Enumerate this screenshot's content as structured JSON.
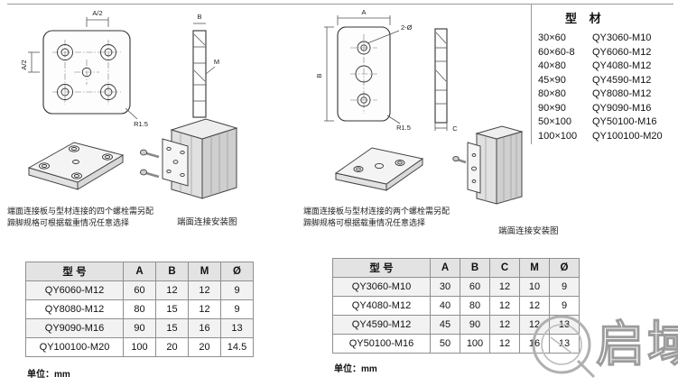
{
  "sections": {
    "left": {
      "note1": "端面连接板与型材连接的四个螺栓需另配",
      "note2": "蹄脚规格可根据载重情况任意选择",
      "caption": "端面连接安装图"
    },
    "right": {
      "note1": "端面连接板与型材连接的两个螺栓需另配",
      "note2": "蹄脚规格可根据载重情况任意选择",
      "caption": "端面连接安装图"
    }
  },
  "profiles": {
    "title": "型  材",
    "items": [
      {
        "size": "30×60",
        "code": "QY3060-M10"
      },
      {
        "size": "60×60-8",
        "code": "QY6060-M12"
      },
      {
        "size": "40×80",
        "code": "QY4080-M12"
      },
      {
        "size": "45×90",
        "code": "QY4590-M12"
      },
      {
        "size": "80×80",
        "code": "QY8080-M12"
      },
      {
        "size": "90×90",
        "code": "QY9090-M16"
      },
      {
        "size": "50×100",
        "code": "QY50100-M16"
      },
      {
        "size": "100×100",
        "code": "QY100100-M20"
      }
    ]
  },
  "dims_left": {
    "dim_top": "A/2",
    "dim_side": "A/2",
    "radius": "R1.5",
    "thickness": "B",
    "thread": "M"
  },
  "dims_right": {
    "dim_width": "A",
    "dim_height": "B",
    "hole_callout": "2-Ø",
    "radius": "R1.5",
    "thickness": "C"
  },
  "left_table": {
    "headers": [
      "型 号",
      "A",
      "B",
      "M",
      "Ø"
    ],
    "rows": [
      [
        "QY6060-M12",
        "60",
        "12",
        "12",
        "9"
      ],
      [
        "QY8080-M12",
        "80",
        "15",
        "12",
        "9"
      ],
      [
        "QY9090-M16",
        "90",
        "15",
        "16",
        "13"
      ],
      [
        "QY100100-M20",
        "100",
        "20",
        "20",
        "14.5"
      ]
    ],
    "unit": "单位：mm"
  },
  "right_table": {
    "headers": [
      "型 号",
      "A",
      "B",
      "C",
      "M",
      "Ø"
    ],
    "rows": [
      [
        "QY3060-M10",
        "30",
        "60",
        "12",
        "10",
        "9"
      ],
      [
        "QY4080-M12",
        "40",
        "80",
        "12",
        "12",
        "9"
      ],
      [
        "QY4590-M12",
        "45",
        "90",
        "12",
        "12",
        "13"
      ],
      [
        "QY50100-M16",
        "50",
        "100",
        "12",
        "16",
        "13"
      ]
    ],
    "unit": "单位：mm"
  },
  "watermark": {
    "text": "启域"
  }
}
